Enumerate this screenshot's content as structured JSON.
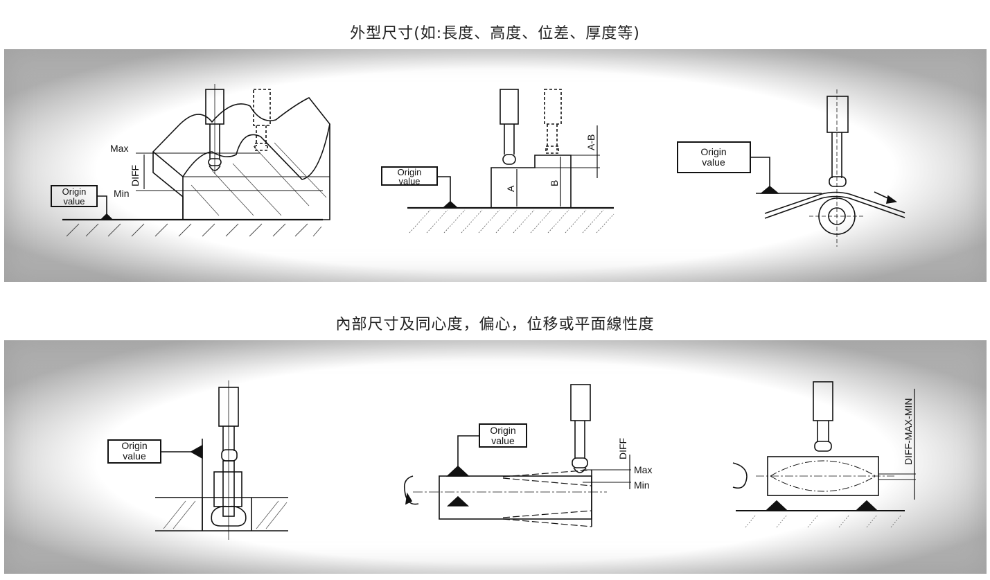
{
  "sections": [
    {
      "title": "外型尺寸(如:長度、高度、位差、厚度等)",
      "diagrams": [
        {
          "name": "contour-diff",
          "labels": {
            "max": "Max",
            "min": "Min",
            "diff": "DIFF",
            "origin_line1": "Origin",
            "origin_line2": "value"
          }
        },
        {
          "name": "step-height",
          "labels": {
            "a": "A",
            "b": "B",
            "a_minus_b": "A-B",
            "origin_line1": "Origin",
            "origin_line2": "value"
          }
        },
        {
          "name": "sheet-roller",
          "labels": {
            "origin_line1": "Origin",
            "origin_line2": "value"
          }
        }
      ]
    },
    {
      "title": "內部尺寸及同心度，偏心，位移或平面線性度",
      "diagrams": [
        {
          "name": "bore-depth",
          "labels": {
            "origin_line1": "Origin",
            "origin_line2": "value"
          }
        },
        {
          "name": "taper-runout",
          "labels": {
            "max": "Max",
            "min": "Min",
            "diff": "DIFF",
            "origin_line1": "Origin",
            "origin_line2": "value"
          }
        },
        {
          "name": "flatness",
          "labels": {
            "diff": "DIFF-MAX-MIN"
          }
        }
      ]
    }
  ]
}
